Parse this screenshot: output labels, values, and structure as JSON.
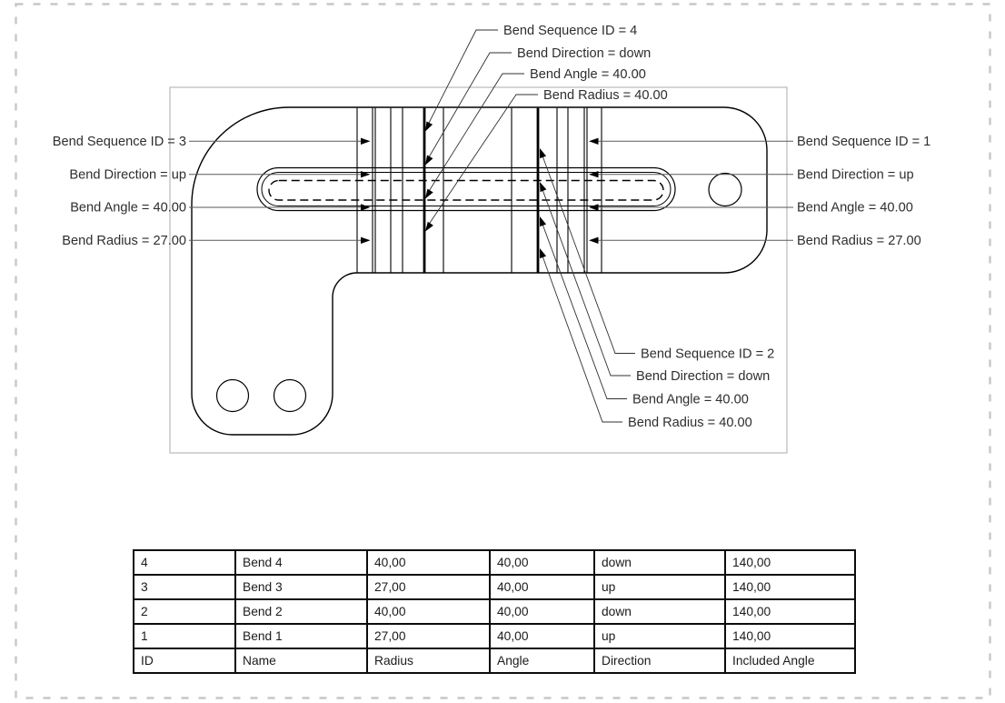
{
  "drawing": {
    "labels": {
      "top": [
        "Bend Sequence ID = 4",
        "Bend Direction = down",
        "Bend Angle = 40.00",
        "Bend Radius = 40.00"
      ],
      "left": [
        "Bend Sequence ID = 3",
        "Bend Direction = up",
        "Bend Angle = 40.00",
        "Bend Radius = 27.00"
      ],
      "right": [
        "Bend Sequence ID = 1",
        "Bend Direction = up",
        "Bend Angle = 40.00",
        "Bend Radius = 27.00"
      ],
      "bottom_right": [
        "Bend Sequence ID = 2",
        "Bend Direction = down",
        "Bend Angle = 40.00",
        "Bend Radius = 40.00"
      ]
    }
  },
  "table": {
    "rows": [
      [
        "4",
        "Bend 4",
        "40,00",
        "40,00",
        "down",
        "140,00"
      ],
      [
        "3",
        "Bend 3",
        "27,00",
        "40,00",
        "up",
        "140,00"
      ],
      [
        "2",
        "Bend 2",
        "40,00",
        "40,00",
        "down",
        "140,00"
      ],
      [
        "1",
        "Bend 1",
        "27,00",
        "40,00",
        "up",
        "140,00"
      ],
      [
        "ID",
        "Name",
        "Radius",
        "Angle",
        "Direction",
        "Included Angle"
      ]
    ]
  },
  "colors": {
    "line": "#000000",
    "leader": "#5a5a5a",
    "viewport_border": "#b9b9b9",
    "page_border_dash": "#c7c7c7"
  }
}
